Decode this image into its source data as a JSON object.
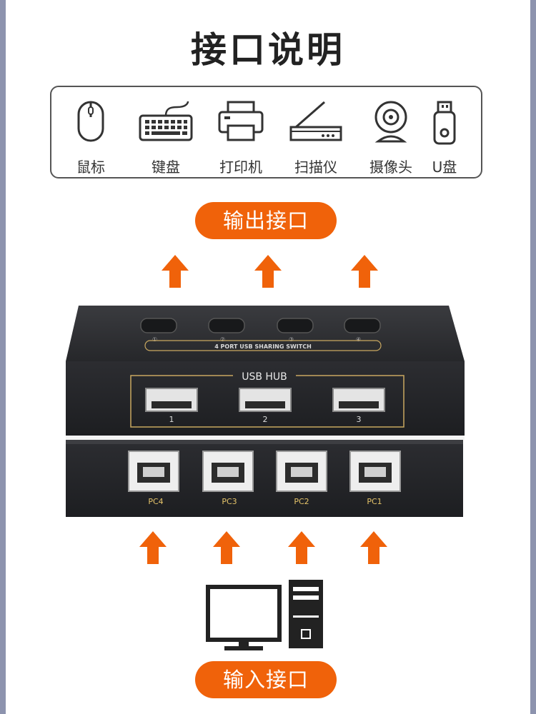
{
  "title": "接口说明",
  "devices": [
    {
      "label": "鼠标",
      "icon": "mouse-icon"
    },
    {
      "label": "键盘",
      "icon": "keyboard-icon"
    },
    {
      "label": "打印机",
      "icon": "printer-icon"
    },
    {
      "label": "扫描仪",
      "icon": "scanner-icon"
    },
    {
      "label": "摄像头",
      "icon": "webcam-icon"
    },
    {
      "label": "U盘",
      "icon": "usb-drive-icon"
    }
  ],
  "output_label": "输出接口",
  "input_label": "输入接口",
  "switch": {
    "top_panel_text": "4 PORT USB SHARING SWITCH",
    "buttons": [
      "①",
      "②",
      "③",
      "④"
    ],
    "hub_title": "USB HUB",
    "hub_ports": [
      "1",
      "2",
      "3"
    ],
    "pc_ports": [
      "PC4",
      "PC3",
      "PC2",
      "PC1"
    ]
  },
  "colors": {
    "accent": "#f0620a",
    "device_body": "#2a2b2e",
    "gold_line": "#c9a860"
  }
}
